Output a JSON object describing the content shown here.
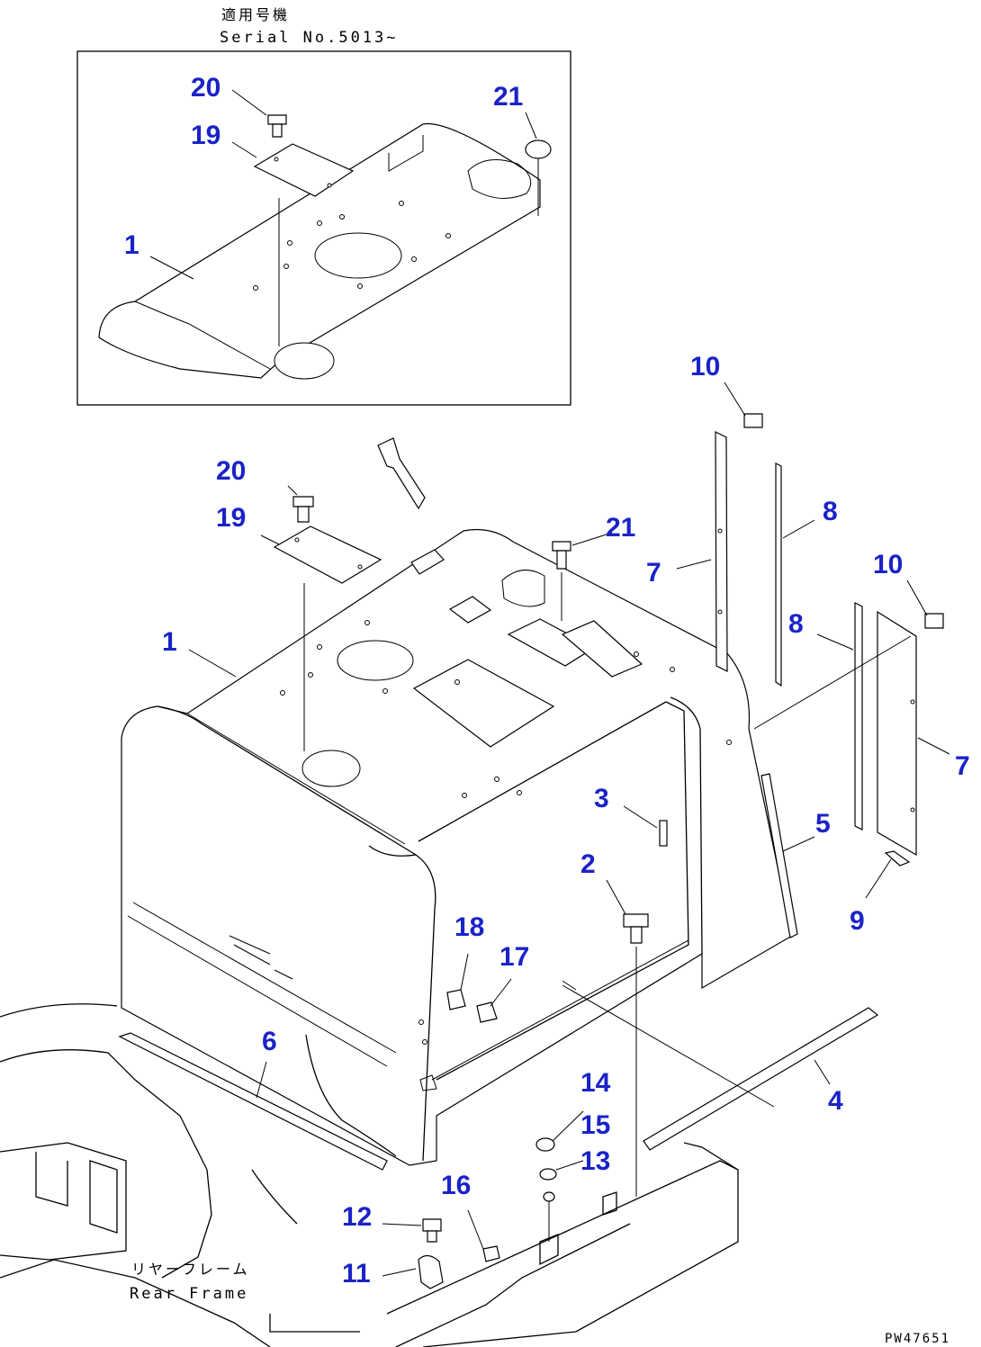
{
  "header": {
    "applicable_serial_jp": "適用号機",
    "applicable_serial_en": "Serial No.5013~"
  },
  "labels": {
    "rear_frame_jp": "リヤーフレーム",
    "rear_frame_en": "Rear Frame",
    "drawing_number": "PW47651"
  },
  "callouts": {
    "inset_20": "20",
    "inset_19": "19",
    "inset_21": "21",
    "inset_1": "1",
    "main_10a": "10",
    "main_20": "20",
    "main_19": "19",
    "main_21": "21",
    "main_8a": "8",
    "main_7a": "7",
    "main_10b": "10",
    "main_1": "1",
    "main_8b": "8",
    "main_7b": "7",
    "main_3": "3",
    "main_5": "5",
    "main_2": "2",
    "main_9": "9",
    "main_18": "18",
    "main_17": "17",
    "main_6": "6",
    "main_14": "14",
    "main_15": "15",
    "main_13": "13",
    "main_4": "4",
    "main_16": "16",
    "main_12": "12",
    "main_11": "11"
  }
}
